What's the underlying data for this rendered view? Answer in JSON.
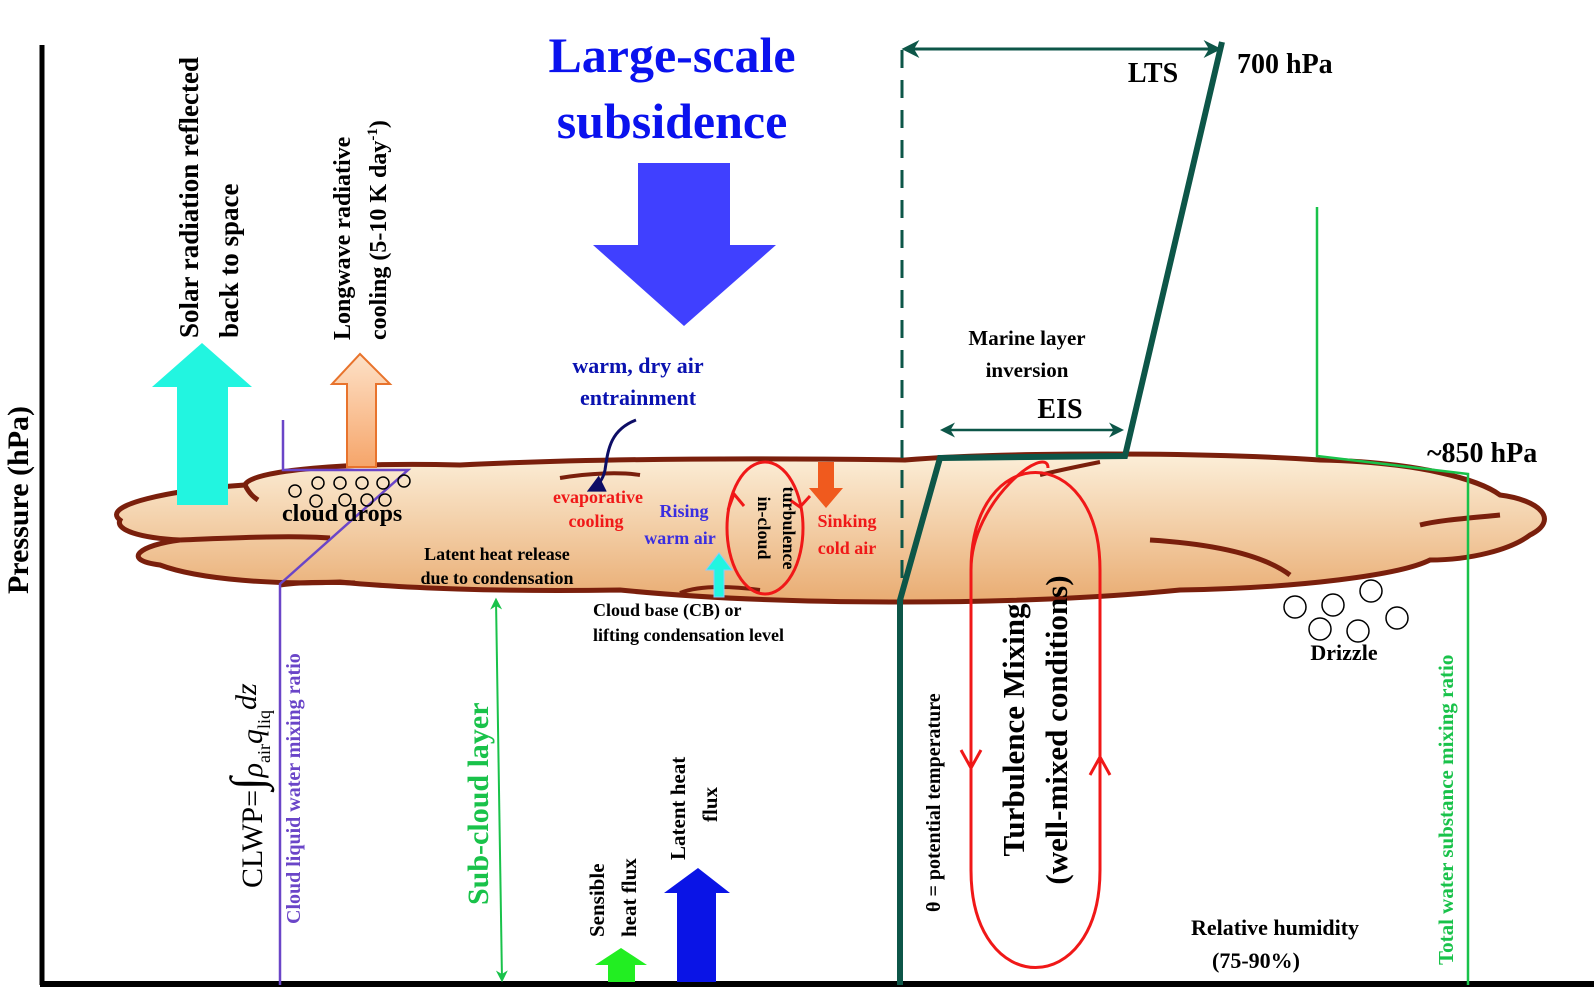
{
  "axis": {
    "y_label": "Pressure (hPa)"
  },
  "title": {
    "line1": "Large-scale",
    "line2": "subsidence"
  },
  "labels": {
    "solar_line1": "Solar radiation reflected",
    "solar_line2": "back to space",
    "longwave_line1": "Longwave radiative",
    "longwave_line2_pre": "cooling (5-10 K day",
    "longwave_sup": "-1",
    "longwave_post": ")",
    "entrainment_line1": "warm, dry air",
    "entrainment_line2": "entrainment",
    "cloud_drops": "cloud drops",
    "evaporative_line1": "evaporative",
    "evaporative_line2": "cooling",
    "rising_line1": "Rising",
    "rising_line2": "warm air",
    "incloud_line1": "in-cloud",
    "incloud_line2": "turbulence",
    "sinking_line1": "Sinking",
    "sinking_line2": "cold air",
    "latent_release_line1": "Latent heat release",
    "latent_release_line2": "due to condensation",
    "cloud_base_line1": "Cloud base (CB) or",
    "cloud_base_line2": "lifting condensation level",
    "clwp_prefix": "CLWP=",
    "clwp_integral": "∫",
    "clwp_rho": "ρ",
    "clwp_air": "air",
    "clwp_q": "q",
    "clwp_liq": "liq",
    "clwp_dz": "dz",
    "cloud_liquid": "Cloud liquid water mixing ratio",
    "sub_cloud": "Sub-cloud layer",
    "sensible_line1": "Sensible",
    "sensible_line2": "heat flux",
    "latent_flux_line1": "Latent heat",
    "latent_flux_line2": "flux",
    "theta": "θ  = potential temperature",
    "turb_line1": "Turbulence Mixing",
    "turb_line2": "(well-mixed conditions)",
    "lts": "LTS",
    "hpa700": "700 hPa",
    "marine_line1": "Marine layer",
    "marine_line2": "inversion",
    "eis": "EIS",
    "hpa850": "~850 hPa",
    "drizzle": "Drizzle",
    "rh_line1": "Relative humidity",
    "rh_line2": "(75-90%)",
    "total_water": "Total water substance mixing ratio"
  },
  "colors": {
    "axis": "#000000",
    "subsidence_blue": "#4040ff",
    "title_blue": "#0a12ee",
    "solar_cyan": "#22f5e0",
    "longwave_orange": "#f7b07c",
    "cloud_fill_top": "#fbe9cf",
    "cloud_fill_bottom": "#eab07a",
    "cloud_outline": "#7a1f0c",
    "theta_green": "#0d5648",
    "mixing_green": "#19c24a",
    "liquid_purple": "#6a45c8",
    "turbulence_red": "#f01818",
    "sinking_orange": "#f05a1e",
    "latent_flux_blue": "#0a14e6",
    "sensible_green": "#22ee22"
  }
}
